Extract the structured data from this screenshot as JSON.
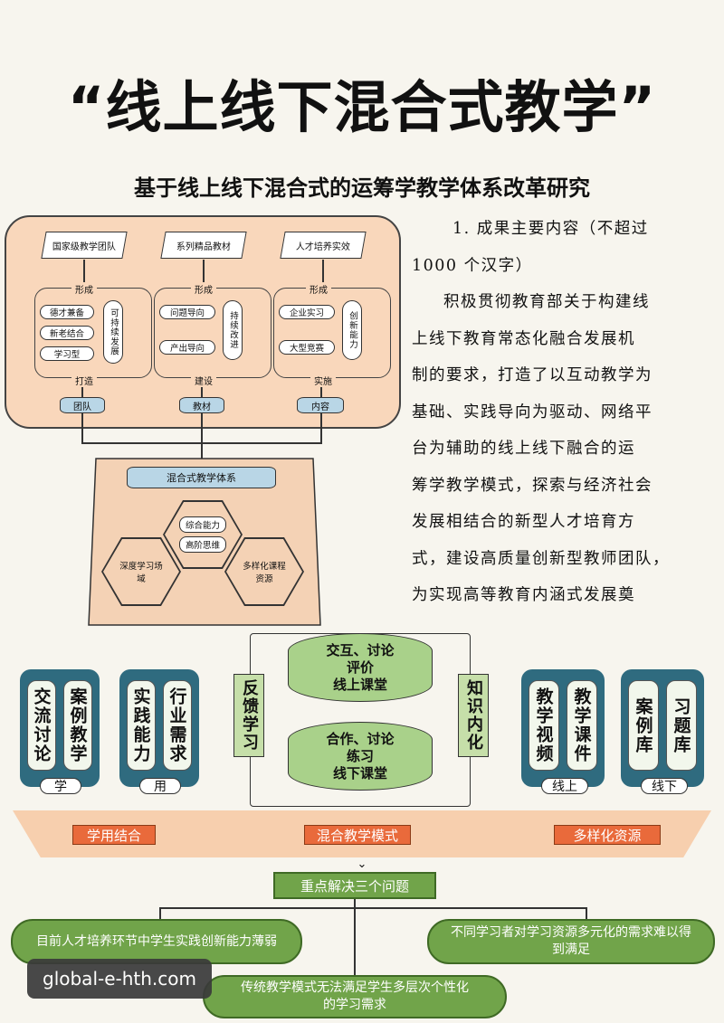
{
  "title": "“线上线下混合式教学”",
  "subtitle": "基于线上线下混合式的运筹学教学体系改革研究",
  "paragraph": {
    "heading_line1": "1. 成果主要内容（不超过",
    "heading_line2": "1000 个汉字）",
    "body_lines": [
      "积极贯彻教育部关于构建线",
      "上线下教育常态化融合发展机",
      "制的要求，打造了以互动教学为",
      "基础、实践导向为驱动、网络平",
      "台为辅助的线上线下融合的运",
      "筹学教学模式，探索与经济社会",
      "发展相结合的新型人才培育方",
      "式，建设高质量创新型教师团队，",
      "为实现高等教育内涵式发展奠"
    ]
  },
  "top_panel": {
    "columns": [
      {
        "header": "国家级教学团队",
        "top_label": "形成",
        "items": [
          "德才兼备",
          "新老结合",
          "学习型"
        ],
        "vertical": "可持续发展",
        "bottom_label": "打造",
        "base": "团队"
      },
      {
        "header": "系列精品教材",
        "top_label": "形成",
        "items": [
          "问题导向",
          "产出导向"
        ],
        "vertical": "持续改进",
        "bottom_label": "建设",
        "base": "教材"
      },
      {
        "header": "人才培养实效",
        "top_label": "形成",
        "items": [
          "企业实习",
          "大型竞赛"
        ],
        "vertical": "创新能力",
        "bottom_label": "实施",
        "base": "内容"
      }
    ]
  },
  "trapezoid": {
    "system": "混合式教学体系",
    "center_hex": [
      "综合能力",
      "高阶思维"
    ],
    "left_hex": "深度学习场域",
    "right_hex": "多样化课程资源"
  },
  "middle": {
    "left_group1": {
      "cards": [
        "交流讨论",
        "案例教学"
      ],
      "tag": "学"
    },
    "left_group2": {
      "cards": [
        "实践能力",
        "行业需求"
      ],
      "tag": "用"
    },
    "feedback": "反馈学习",
    "internalize": "知识内化",
    "online": {
      "lines": [
        "交互、讨论",
        "评价",
        "线上课堂"
      ]
    },
    "offline": {
      "lines": [
        "合作、讨论",
        "练习",
        "线下课堂"
      ]
    },
    "right_group1": {
      "cards": [
        "教学视频",
        "教学课件"
      ],
      "tag": "线上"
    },
    "right_group2": {
      "cards": [
        "案例库",
        "习题库"
      ],
      "tag": "线下"
    }
  },
  "band": {
    "tags": [
      "学用结合",
      "混合教学模式",
      "多样化资源"
    ]
  },
  "problems": {
    "header": "重点解决三个问题",
    "left": "目前人才培养环节中学生实践创新能力薄弱",
    "center": "传统教学模式无法满足学生多层次个性化的学习需求",
    "right": "不同学习者对学习资源多元化的需求难以得到满足"
  },
  "watermark": "global-e-hth.com"
}
